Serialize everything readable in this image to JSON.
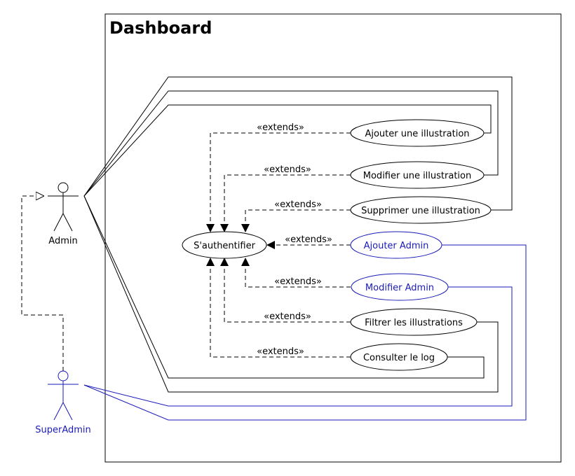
{
  "system": {
    "title": "Dashboard"
  },
  "actors": {
    "admin": {
      "name": "Admin"
    },
    "superadmin": {
      "name": "SuperAdmin"
    }
  },
  "use_cases": {
    "auth": "S'authentifier",
    "ajouter_illustration": "Ajouter une illustration",
    "modifier_illustration": "Modifier une illustration",
    "supprimer_illustration": "Supprimer une illustration",
    "ajouter_admin": "Ajouter Admin",
    "modifier_admin": "Modifier Admin",
    "filtrer_illustrations": "Filtrer les illustrations",
    "consulter_log": "Consulter le log"
  },
  "relations": {
    "extends_label": "«extends»"
  },
  "colors": {
    "default": "#000000",
    "superadmin": "#1a1ab8"
  }
}
